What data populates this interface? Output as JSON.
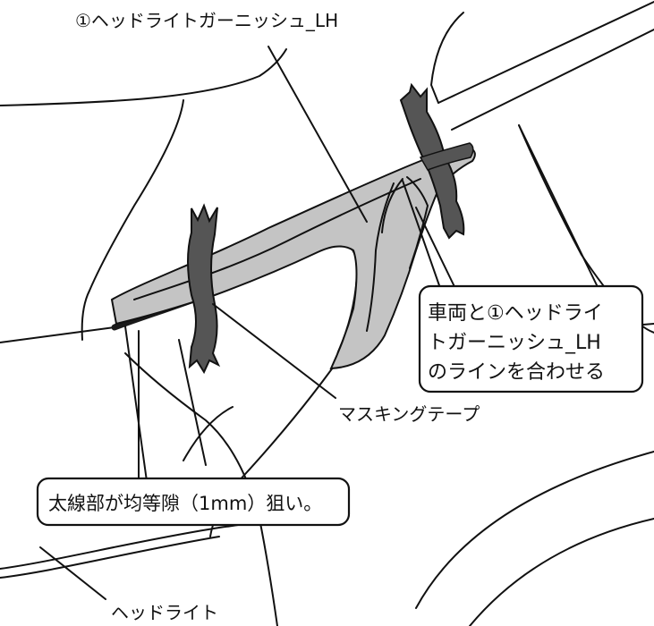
{
  "labels": {
    "part_title": "①ヘッドライトガーニッシュ_LH",
    "align_line_1": "車両と①ヘッドライ",
    "align_line_2": "トガーニッシュ_LH",
    "align_line_3": "のラインを合わせる",
    "masking_tape": "マスキングテープ",
    "gap_note": "太線部が均等隙（1mm）狙い。",
    "headlight": "ヘッドライト"
  },
  "colors": {
    "part_fill": "#c4c4c4",
    "tape_fill": "#555555",
    "line": "#111111",
    "background": "#ffffff"
  }
}
